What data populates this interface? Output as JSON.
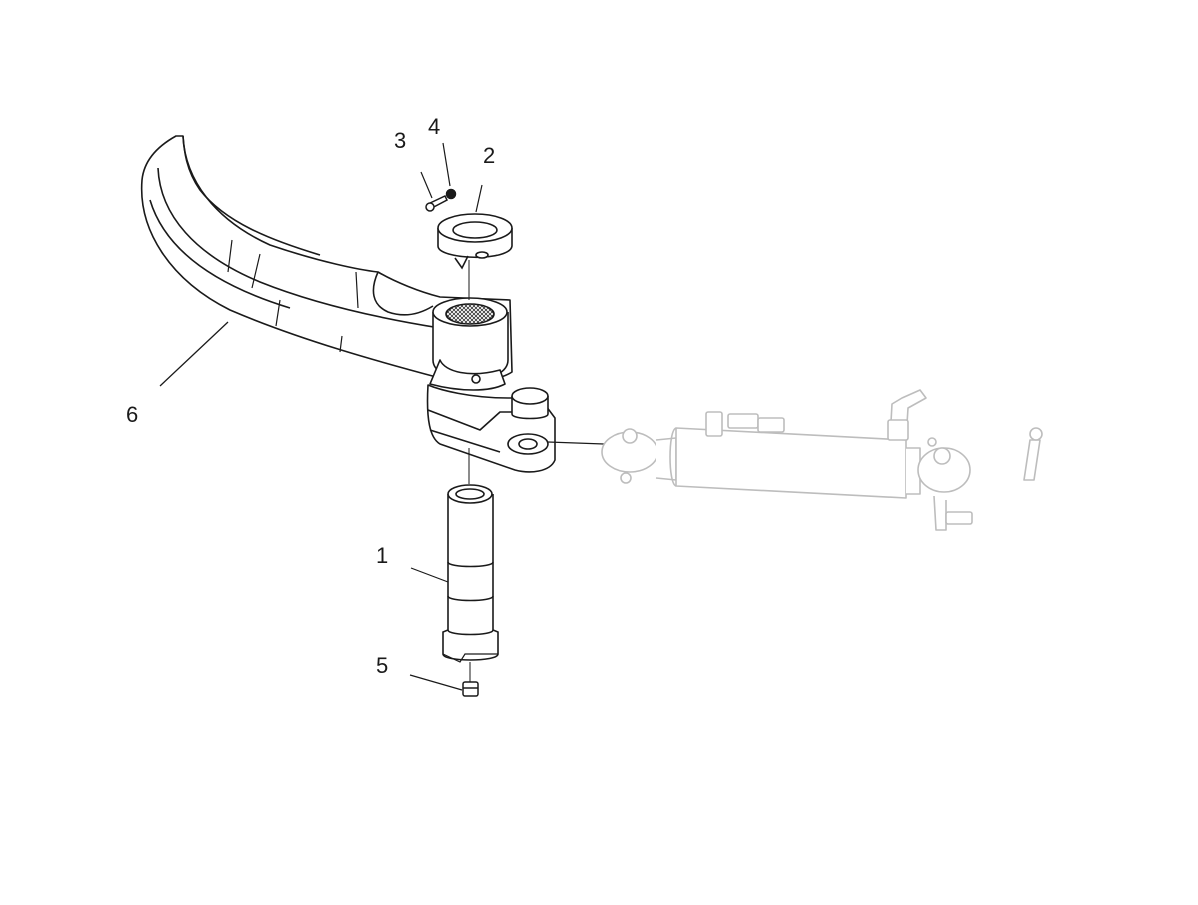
{
  "callouts": [
    {
      "id": "1",
      "label": "1"
    },
    {
      "id": "2",
      "label": "2"
    },
    {
      "id": "3",
      "label": "3"
    },
    {
      "id": "4",
      "label": "4"
    },
    {
      "id": "5",
      "label": "5"
    },
    {
      "id": "6",
      "label": "6"
    }
  ],
  "colors": {
    "line": "#1a1a1a",
    "ghost_line": "#bdbdbd",
    "background": "#ffffff"
  }
}
